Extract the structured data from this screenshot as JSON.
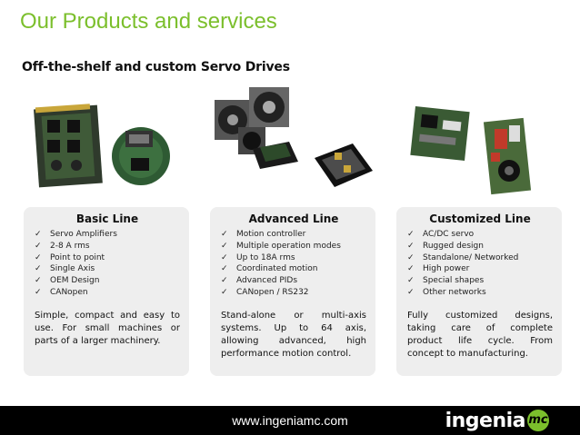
{
  "header": {
    "title": "Our Products and services",
    "subtitle": "Off-the-shelf  and custom Servo Drives"
  },
  "cards": [
    {
      "heading": "Basic Line",
      "items": [
        "Servo Amplifiers",
        "2-8 A rms",
        "Point to point",
        "Single Axis",
        "OEM Design",
        "CANopen"
      ],
      "description": "Simple, compact and easy to use.  For small machines or parts of a larger machinery."
    },
    {
      "heading": "Advanced Line",
      "items": [
        "Motion controller",
        "Multiple operation modes",
        "Up to 18A rms",
        "Coordinated motion",
        "Advanced PIDs",
        "CANopen / RS232"
      ],
      "description": "Stand-alone or multi-axis systems. Up to 64 axis, allowing advanced, high performance motion control."
    },
    {
      "heading": "Customized Line",
      "items": [
        "AC/DC servo",
        "Rugged design",
        "Standalone/ Networked",
        "High power",
        "Special shapes",
        "Other networks"
      ],
      "description": "Fully customized designs, taking care of complete product life cycle. From concept to manufacturing."
    }
  ],
  "footer": {
    "url": "www.ingeniamc.com",
    "logo_word": "ingenia",
    "logo_badge": "mc"
  },
  "icons": {
    "checkmark": "check-icon",
    "check_glyph": "✓"
  },
  "colors": {
    "accent": "#7bbf2c",
    "card_bg": "#eeeeee",
    "footer_bg": "#000000"
  }
}
